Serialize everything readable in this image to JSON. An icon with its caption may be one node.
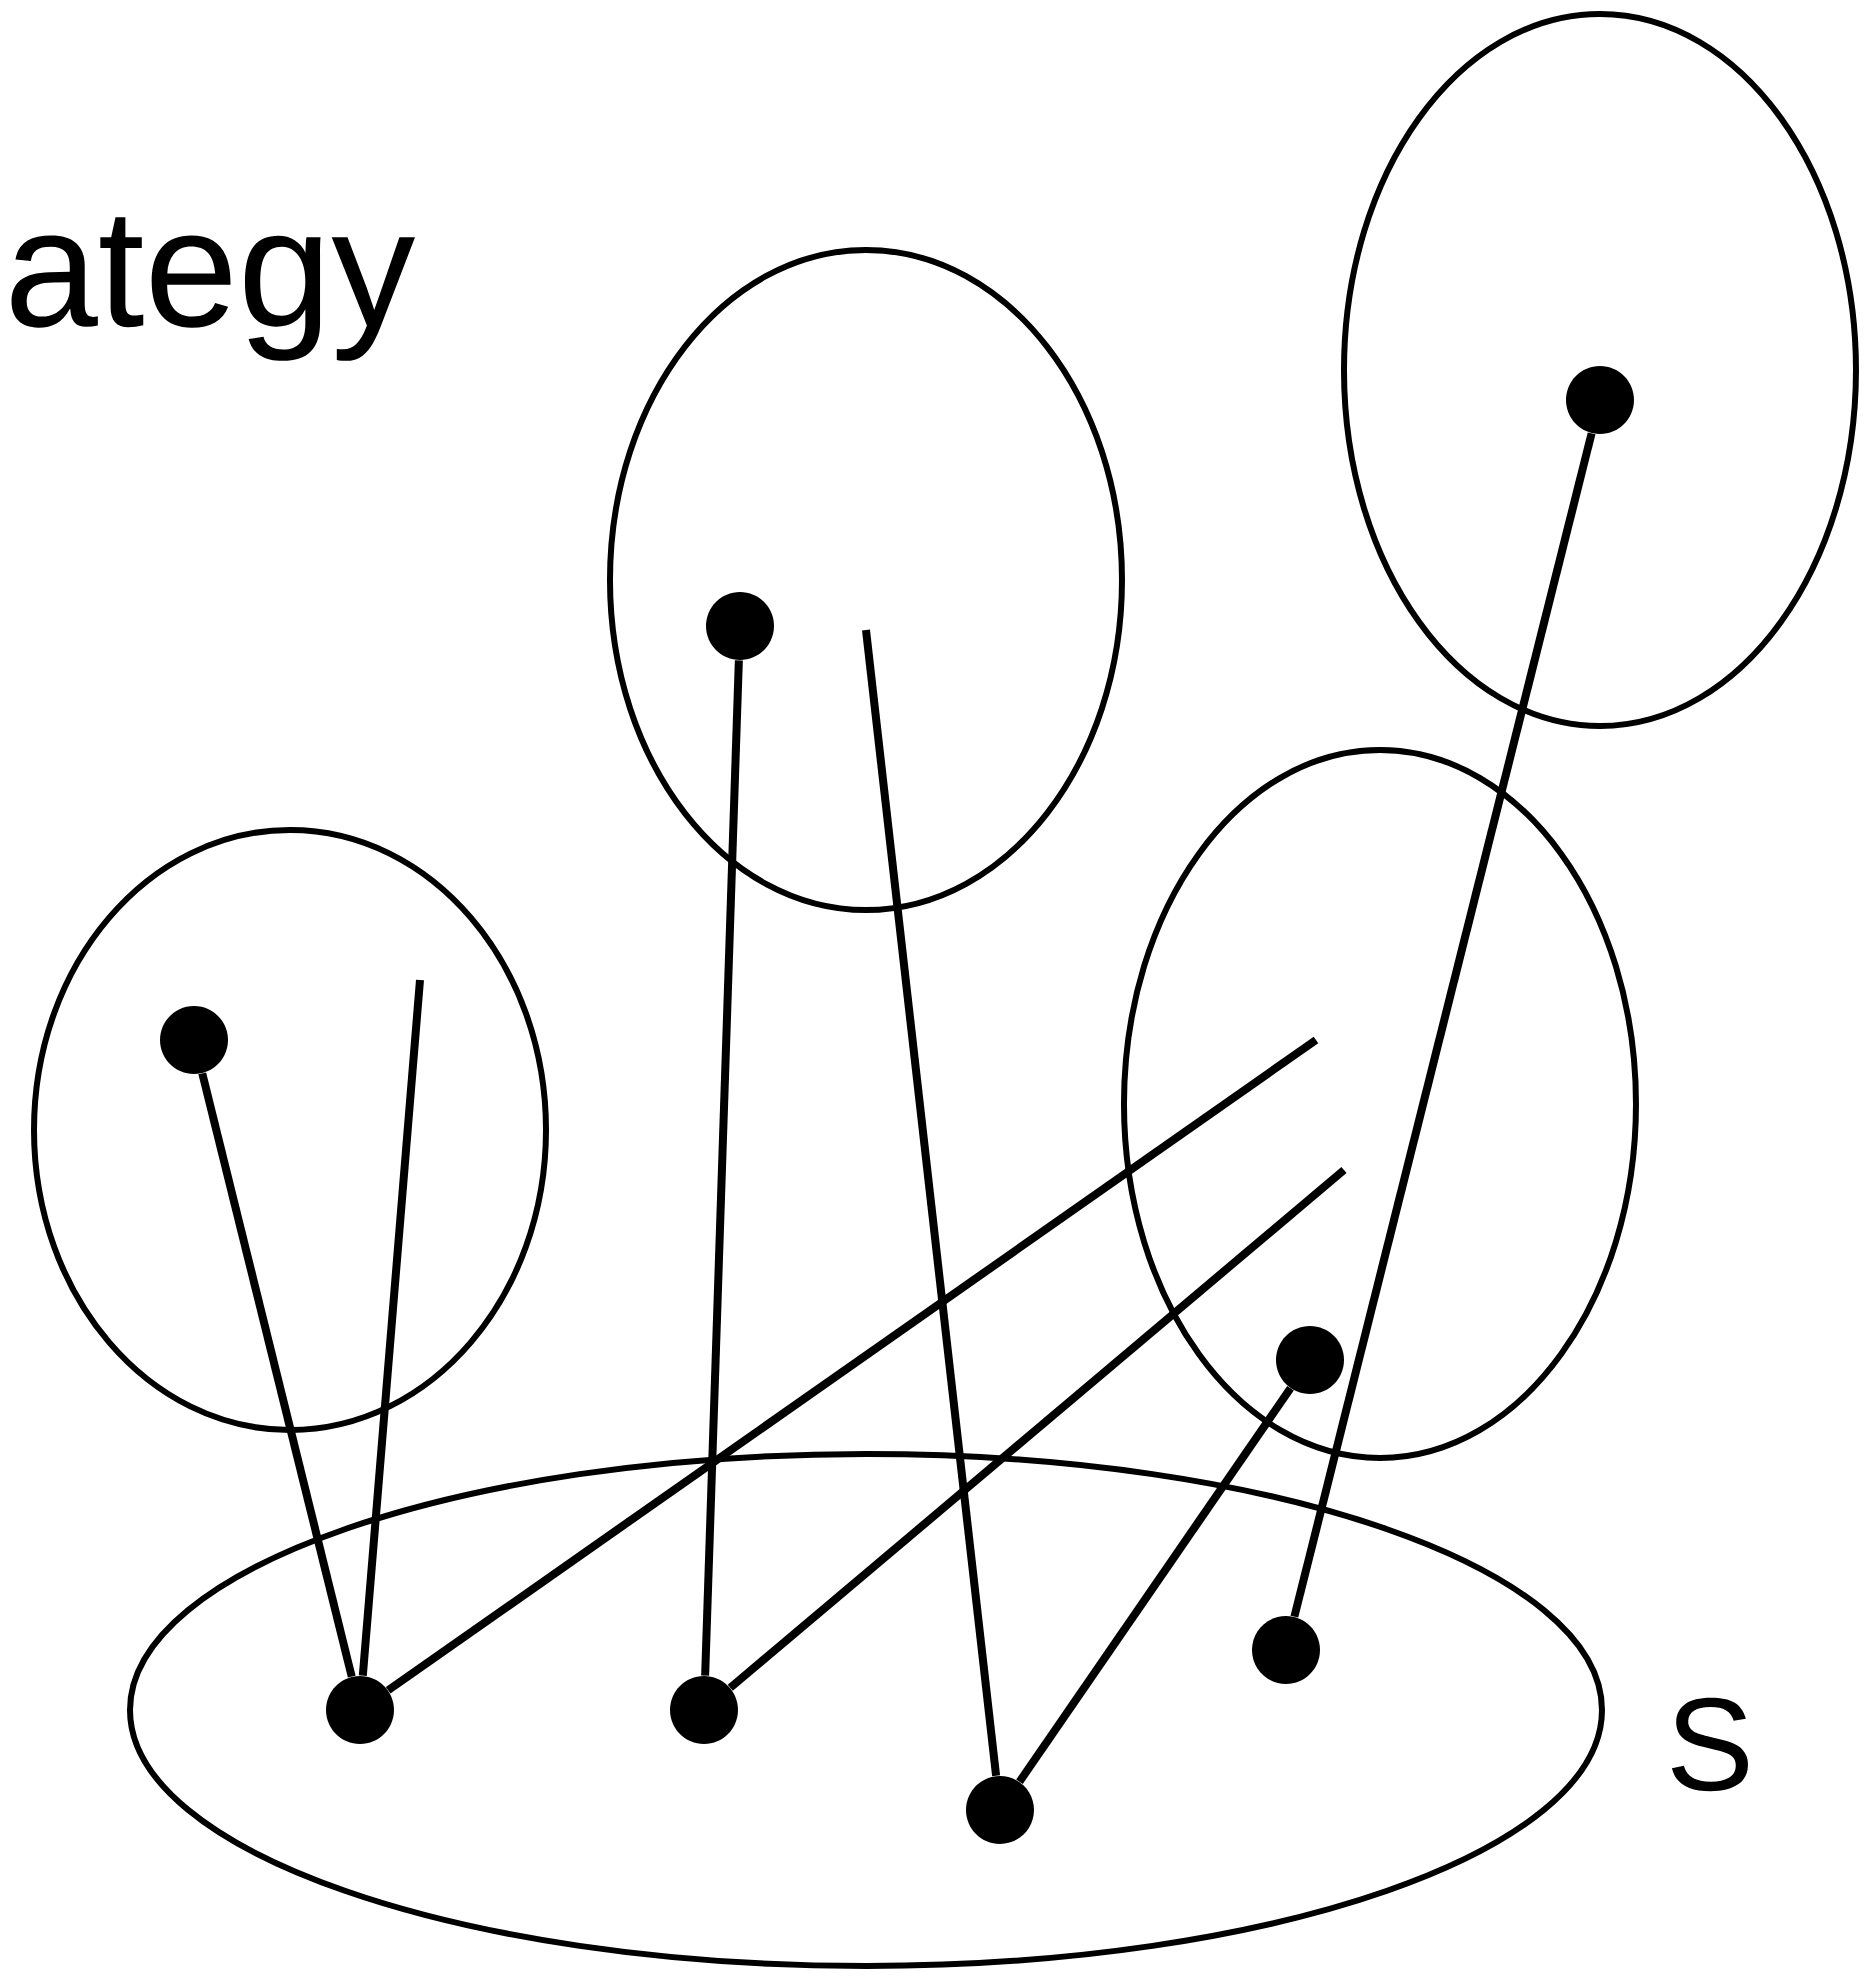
{
  "diagram": {
    "title": "ategy",
    "nodes": [
      {
        "text": [],
        "shape": "ellipse"
      },
      {
        "text": [],
        "shape": "circle",
        "in": 0
      },
      {
        "text": [],
        "shape": "ellipse"
      },
      {
        "text": [],
        "shape": "circle",
        "in": 2
      },
      {
        "text": [],
        "shape": "ellipse"
      },
      {
        "text": [],
        "shape": "circle",
        "in": 4
      },
      {
        "text": [],
        "shape": "ellipse"
      },
      {
        "text": [],
        "shape": "circle",
        "in": 6
      },
      {
        "text": [],
        "shape": "ellipse"
      },
      {
        "text": [],
        "shape": "circle",
        "in": 8
      },
      {
        "text": [],
        "shape": "circle",
        "in": 8
      },
      {
        "text": [],
        "shape": "circle",
        "in": 8
      },
      {
        "text": [],
        "shape": "circle",
        "in": 8
      }
    ],
    "edges": [
      {
        "from": 1,
        "to": 9,
        "arrow": "none"
      },
      {
        "from": null,
        "to": 9,
        "arrow": "none"
      },
      {
        "from": 3,
        "to": 10,
        "arrow": "none"
      },
      {
        "from": null,
        "to": 11,
        "arrow": "none"
      },
      {
        "from": 7,
        "to": 12,
        "arrow": "none"
      },
      {
        "from": null,
        "to": 9,
        "arrow": "none"
      },
      {
        "from": null,
        "to": 10,
        "arrow": "none"
      },
      {
        "from": 5,
        "to": 11,
        "arrow": "none"
      }
    ],
    "labels": [
      "S"
    ]
  }
}
